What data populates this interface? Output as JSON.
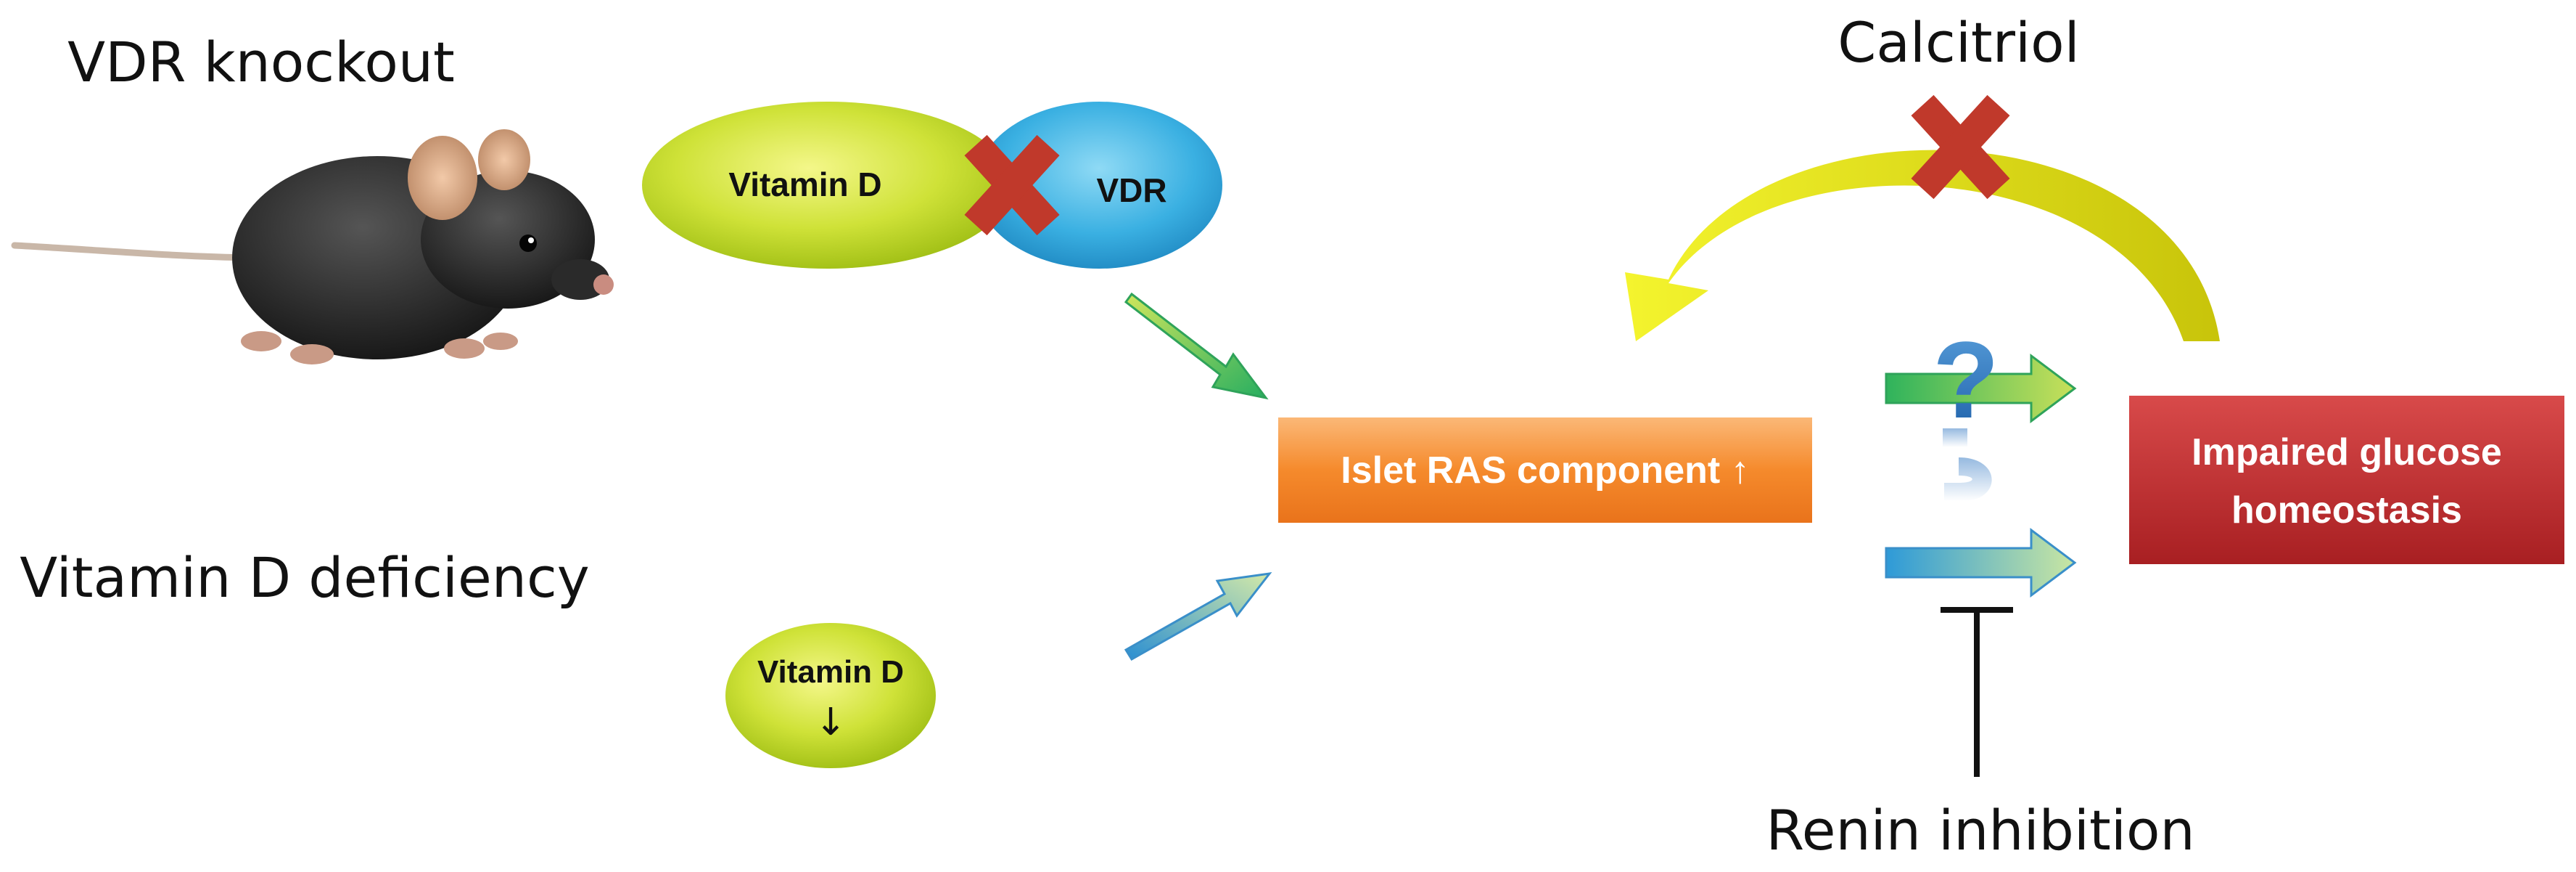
{
  "labels": {
    "vdr_knockout": "VDR knockout",
    "vitamin_d_deficiency": "Vitamin D deficiency",
    "calcitriol": "Calcitriol",
    "renin_inhibition": "Renin inhibition"
  },
  "nodes": {
    "vitamin_d_top": "Vitamin D",
    "vdr": "VDR",
    "vitamin_d_low": "Vitamin D",
    "vitamin_d_low_arrow": "↓",
    "islet_ras": "Islet RAS component ↑",
    "impaired_line1": "Impaired glucose",
    "impaired_line2": "homeostasis"
  },
  "symbols": {
    "question_mark": "?",
    "mouse": "mouse-image",
    "block_marks": "red-x-icon"
  },
  "colors": {
    "green_node": "#c6dd1e",
    "blue_node": "#37aee0",
    "orange_box": "#f3862b",
    "red_box": "#c42d2d",
    "yellow_arrow": "#ecec28",
    "red_x": "#c0392b"
  }
}
